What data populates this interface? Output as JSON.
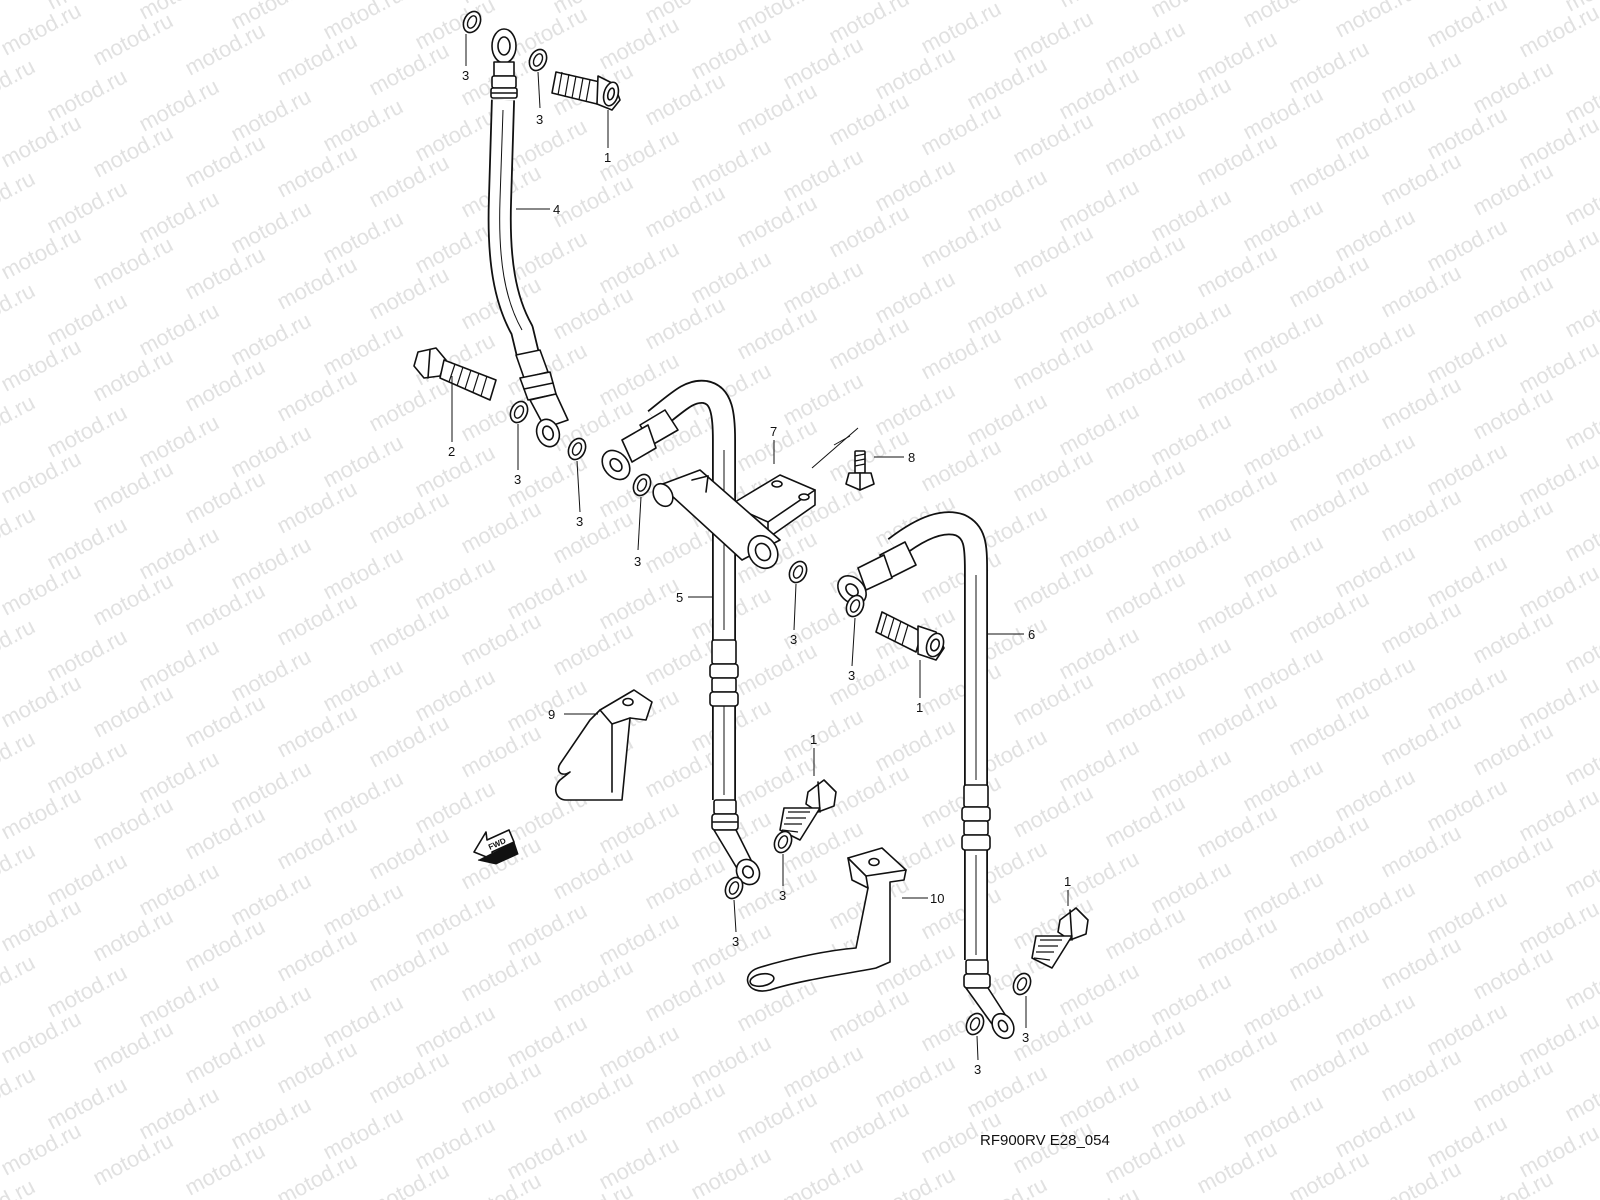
{
  "watermark": {
    "text": "motod.ru",
    "color": "#c9c9c9"
  },
  "caption": "RF900RV E28_054",
  "fwd_label": "FWD",
  "callouts": {
    "bolt_1a": "1",
    "bolt_1b": "1",
    "bolt_1c": "1",
    "bolt_1d": "1",
    "bolt_2": "2",
    "washer_a": "3",
    "washer_b": "3",
    "washer_c": "3",
    "washer_d": "3",
    "washer_e": "3",
    "washer_f": "3",
    "washer_g": "3",
    "washer_h": "3",
    "washer_i": "3",
    "washer_j": "3",
    "washer_k": "3",
    "hose_4": "4",
    "hose_5": "5",
    "hose_6": "6",
    "joint_7": "7",
    "bolt_8": "8",
    "clamp_9": "9",
    "clamp_10": "10"
  },
  "icons": {
    "fwd_arrow": "fwd-arrow-icon"
  }
}
